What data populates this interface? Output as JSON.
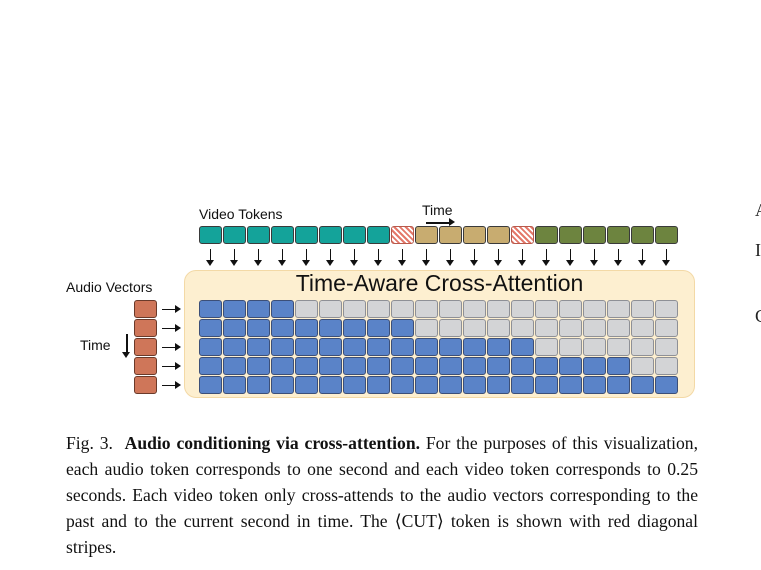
{
  "figure": {
    "video_tokens_label": "Video Tokens",
    "time_label_top": "Time",
    "audio_vectors_label": "Audio Vectors",
    "time_label_left": "Time",
    "attention_title": "Time-Aware Cross-Attention",
    "video_tokens": [
      "teal",
      "teal",
      "teal",
      "teal",
      "teal",
      "teal",
      "teal",
      "teal",
      "cut",
      "tan",
      "tan",
      "tan",
      "tan",
      "cut",
      "green",
      "green",
      "green",
      "green",
      "green",
      "green"
    ],
    "audio_vector_count": 5,
    "attention_mask": {
      "columns": 20,
      "rows": 5,
      "attended_columns_per_row": [
        4,
        9,
        14,
        18,
        20
      ]
    },
    "colors": {
      "teal": "#14a39a",
      "tan": "#c8ac70",
      "green": "#6d843f",
      "cut_stripe": "#e4786a",
      "audio": "#cf7659",
      "attended": "#5a83c8",
      "masked": "#d3d4d6",
      "panel": "#fdefd0"
    }
  },
  "caption": {
    "fig_number": "Fig. 3.",
    "title": "Audio conditioning via cross-attention.",
    "body": "For the purposes of this visualization, each audio token corresponds to one second and each video token corresponds to 0.25 seconds. Each video token only cross-attends to the audio vectors corresponding to the past and to the current second in time. The ⟨CUT⟩ token is shown with red diagonal stripes."
  },
  "right_edge_glyphs": [
    "A",
    "I",
    "C"
  ]
}
